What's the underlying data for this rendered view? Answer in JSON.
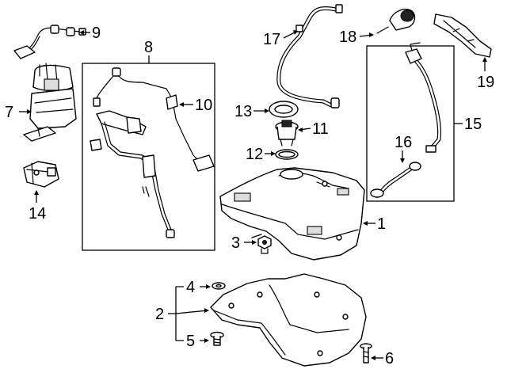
{
  "diagram": {
    "callouts": [
      {
        "id": "c1",
        "number": "1"
      },
      {
        "id": "c2",
        "number": "2"
      },
      {
        "id": "c3",
        "number": "3"
      },
      {
        "id": "c4",
        "number": "4"
      },
      {
        "id": "c5",
        "number": "5"
      },
      {
        "id": "c6",
        "number": "6"
      },
      {
        "id": "c7",
        "number": "7"
      },
      {
        "id": "c8",
        "number": "8"
      },
      {
        "id": "c9",
        "number": "9"
      },
      {
        "id": "c10",
        "number": "10"
      },
      {
        "id": "c11",
        "number": "11"
      },
      {
        "id": "c12",
        "number": "12"
      },
      {
        "id": "c13",
        "number": "13"
      },
      {
        "id": "c14",
        "number": "14"
      },
      {
        "id": "c15",
        "number": "15"
      },
      {
        "id": "c16",
        "number": "16"
      },
      {
        "id": "c17",
        "number": "17"
      },
      {
        "id": "c18",
        "number": "18"
      },
      {
        "id": "c19",
        "number": "19"
      }
    ]
  }
}
